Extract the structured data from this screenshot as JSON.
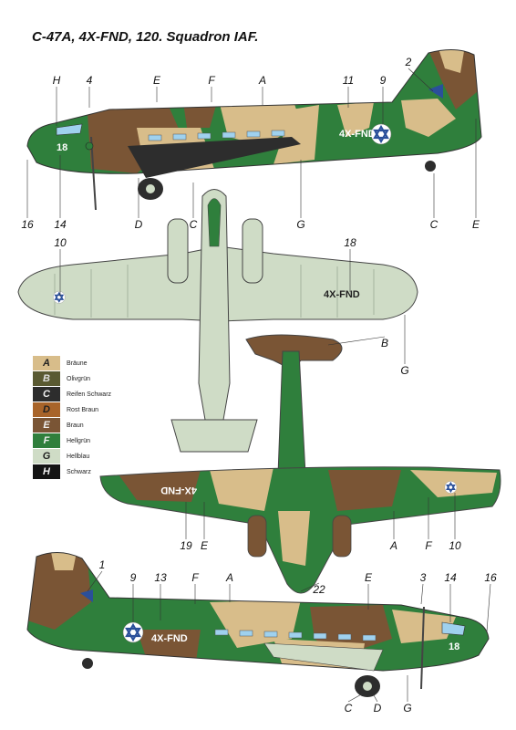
{
  "title": "C-47A, 4X-FND, 120. Squadron IAF.",
  "registration": "4X-FND",
  "fuselage_number": "18",
  "callouts": {
    "top_profile": [
      "H",
      "4",
      "E",
      "F",
      "A",
      "11",
      "9",
      "2",
      "16",
      "14",
      "D",
      "C",
      "G",
      "C",
      "E"
    ],
    "plan_upper": [
      "10",
      "18",
      "B",
      "G"
    ],
    "plan_lower": [
      "19",
      "E",
      "22",
      "A",
      "F",
      "10"
    ],
    "bottom_profile": [
      "1",
      "9",
      "13",
      "F",
      "A",
      "E",
      "3",
      "14",
      "16",
      "C",
      "D",
      "G"
    ]
  },
  "legend": [
    {
      "letter": "A",
      "name": "Bräune",
      "color": "#d8bd8a",
      "text_color": "#222"
    },
    {
      "letter": "B",
      "name": "Olivgrün",
      "color": "#5a5a32",
      "text_color": "#ddd"
    },
    {
      "letter": "C",
      "name": "Reifen Schwarz",
      "color": "#2d2d2d",
      "text_color": "#eee"
    },
    {
      "letter": "D",
      "name": "Rost Braun",
      "color": "#a8642a",
      "text_color": "#222"
    },
    {
      "letter": "E",
      "name": "Braun",
      "color": "#7a5535",
      "text_color": "#eee"
    },
    {
      "letter": "F",
      "name": "Hellgrün",
      "color": "#2f7f3c",
      "text_color": "#eee"
    },
    {
      "letter": "G",
      "name": "Hellblau",
      "color": "#cfdcc6",
      "text_color": "#222"
    },
    {
      "letter": "H",
      "name": "Schwarz",
      "color": "#141414",
      "text_color": "#eee"
    }
  ],
  "colors": {
    "tan": "#d8bd8a",
    "brown": "#7a5535",
    "green": "#2f7f3c",
    "lightblue": "#cfdcc6",
    "olive": "#5a5a32",
    "rust": "#a8642a",
    "star_blue": "#2a4f9a",
    "window": "#9fd1ee"
  }
}
